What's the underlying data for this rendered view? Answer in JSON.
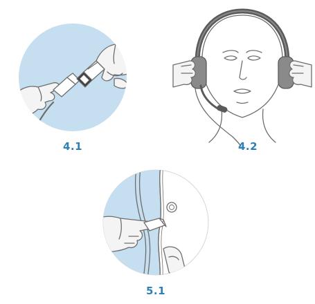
{
  "colors": {
    "accent": "#2e7fb6",
    "circle_fill": "#c5dff0",
    "line": "#6d6d6d",
    "skin": "#f4f4f4",
    "headset_dark": "#5a5a5a",
    "headset_mid": "#8a8a8a"
  },
  "figures": [
    {
      "id": "4.1",
      "label": "4.1",
      "subject": "connecting-cable-plug"
    },
    {
      "id": "4.2",
      "label": "4.2",
      "subject": "putting-on-headset"
    },
    {
      "id": "5.1",
      "label": "5.1",
      "subject": "clothing-clip-attachment"
    }
  ]
}
